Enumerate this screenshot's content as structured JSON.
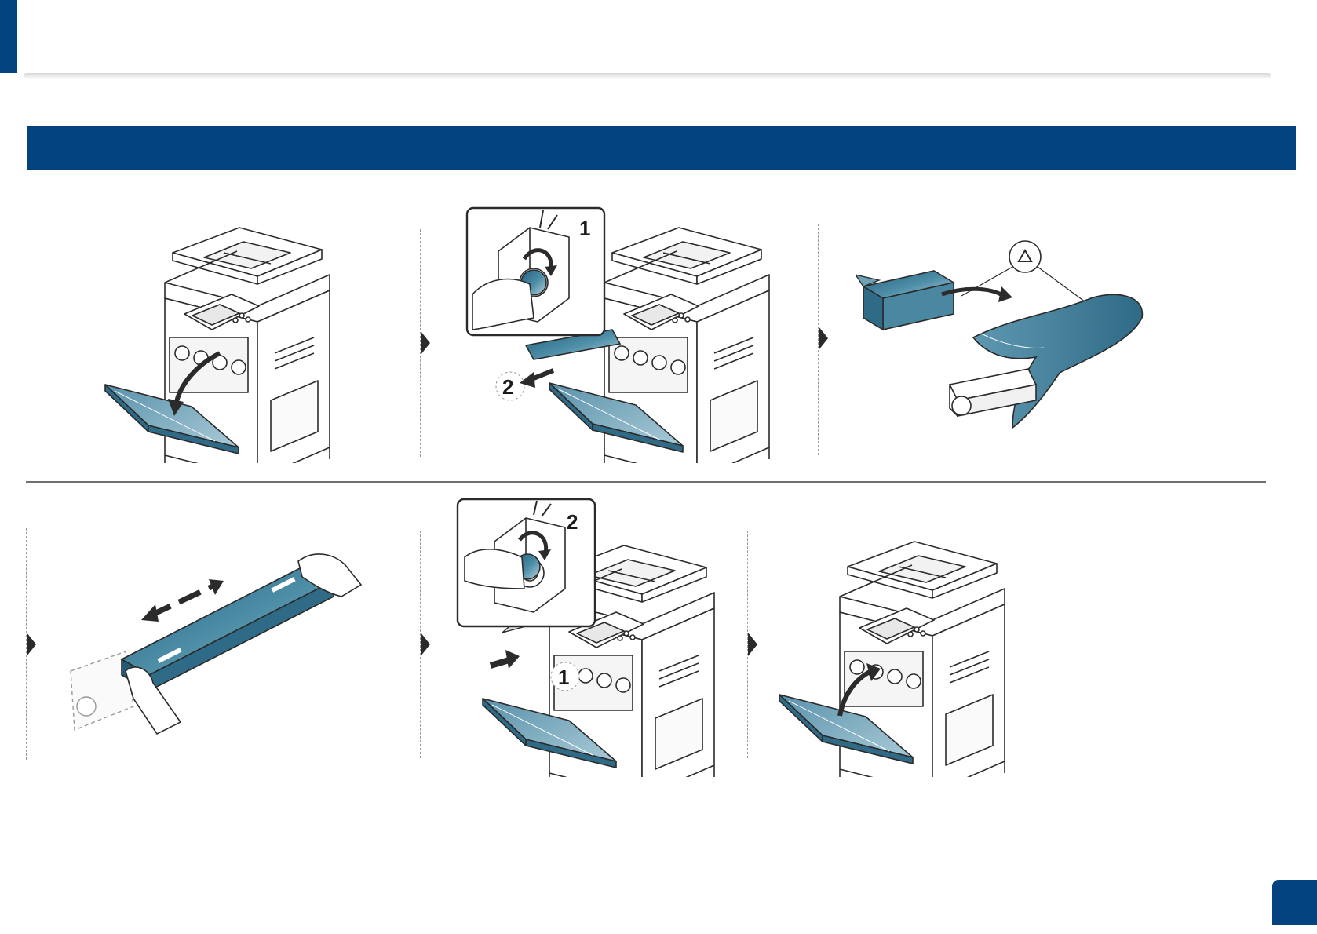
{
  "colors": {
    "brand_blue": "#03437f",
    "toner_blue": "#3f7f99",
    "line": "#2b2b2b"
  },
  "steps": [
    {
      "id": "open-front-door",
      "callouts": []
    },
    {
      "id": "remove-old-cartridge",
      "callouts": [
        "1",
        "2"
      ]
    },
    {
      "id": "unpack-new-cartridge",
      "callouts": []
    },
    {
      "id": "shake-cartridge",
      "callouts": []
    },
    {
      "id": "insert-cartridge",
      "callouts": [
        "2",
        "1"
      ]
    },
    {
      "id": "close-front-door",
      "callouts": []
    }
  ],
  "icons": [
    "recycle-icon",
    "step-arrow-icon"
  ]
}
